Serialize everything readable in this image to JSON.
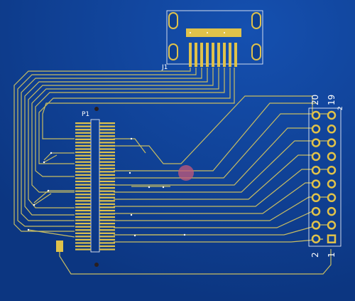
{
  "board": {
    "background": "#0e3f91",
    "trace_color": "#c8bd62",
    "pad_color": "#e0c24a",
    "silk_color": "#ffffff"
  },
  "labels": {
    "connector_j1": "J1",
    "component_p1": "P1",
    "header_top_left": "20",
    "header_top_right": "19",
    "header_bottom_left": "2",
    "header_bottom_right": "1",
    "header_side": "2"
  },
  "icons": {
    "via_marker": "circle-marker-icon"
  }
}
